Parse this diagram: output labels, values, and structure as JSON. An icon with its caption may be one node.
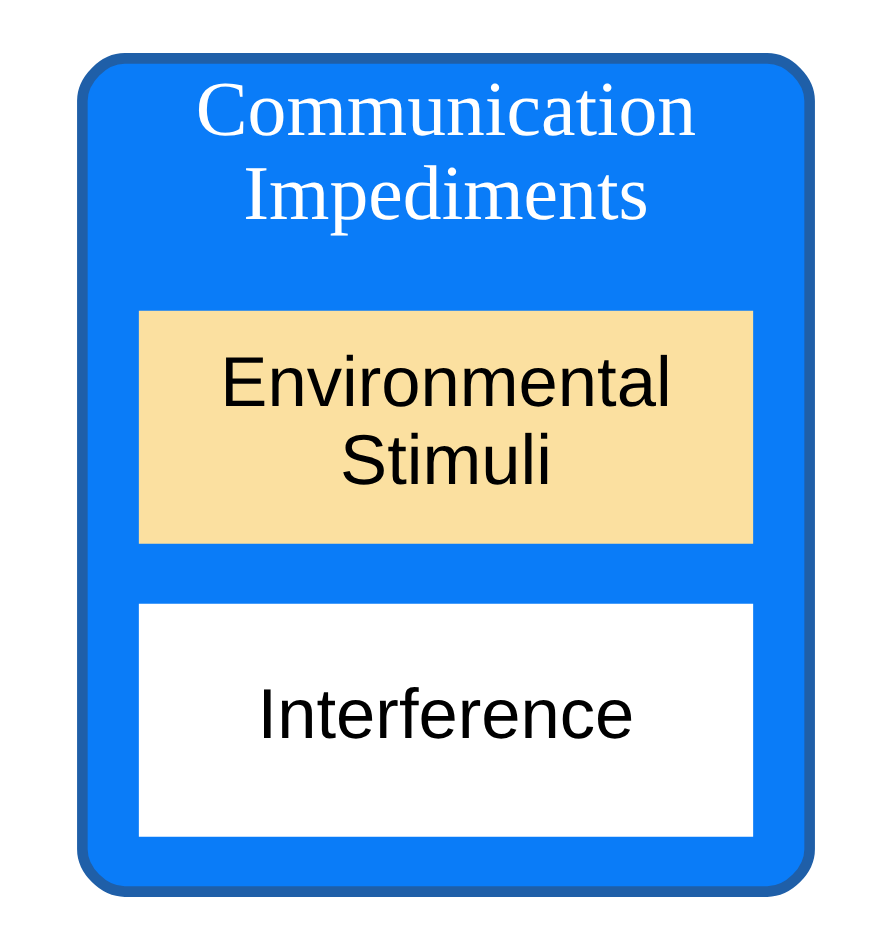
{
  "diagram": {
    "nodes": [
      {
        "text": [
          "Communication Impediments"
        ]
      },
      {
        "text": [
          "Environmental Stimuli"
        ],
        "in": 0
      },
      {
        "text": [
          "Interference"
        ],
        "in": 0
      }
    ]
  }
}
